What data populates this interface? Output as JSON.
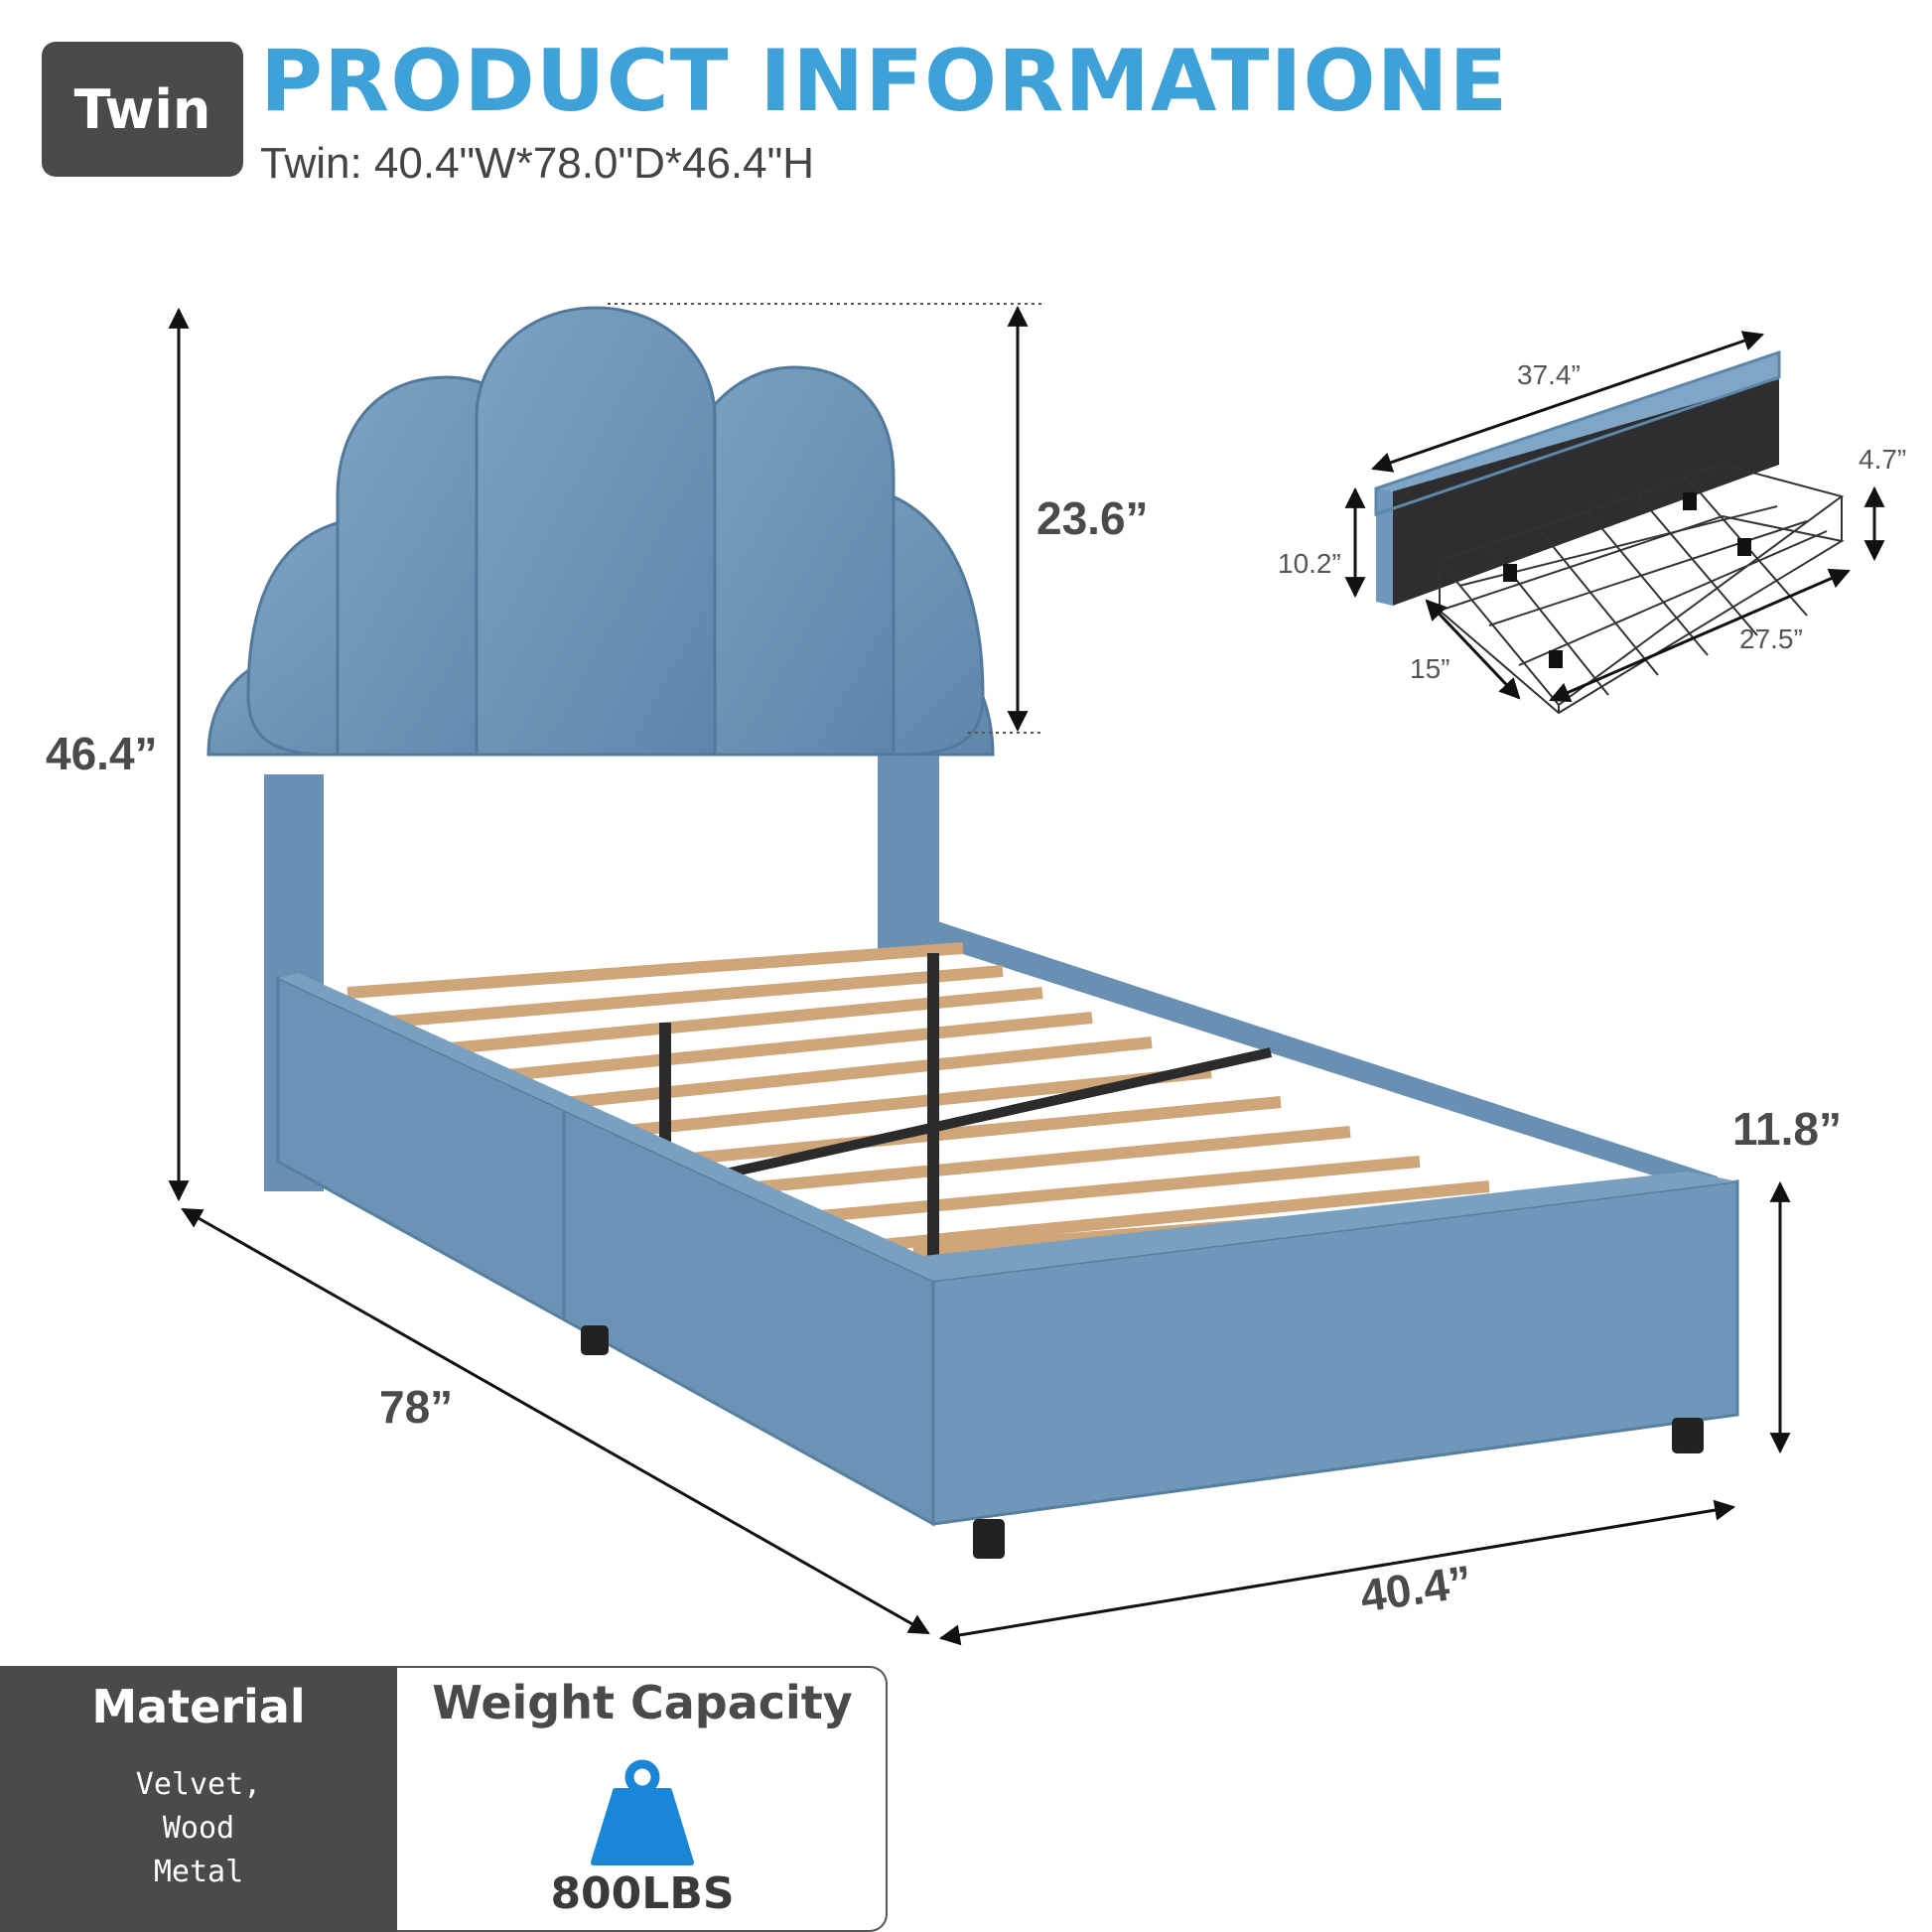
{
  "header": {
    "size_badge": "Twin",
    "title": "PRODUCT INFORMATIONE",
    "subtitle": "Twin: 40.4\"W*78.0\"D*46.4\"H"
  },
  "bed_dimensions": {
    "overall_height": "46.4”",
    "headboard_height": "23.6”",
    "length": "78”",
    "width": "40.4”",
    "side_height": "11.8”"
  },
  "drawer_dimensions": {
    "length": "37.4”",
    "front_height": "10.2”",
    "basket_height": "4.7”",
    "depth": "15”",
    "basket_length": "27.5”"
  },
  "material": {
    "title": "Material",
    "items": [
      "Velvet,",
      "Wood",
      "Metal"
    ]
  },
  "weight_capacity": {
    "title": "Weight Capacity",
    "value": "800LBS",
    "icon": "weight-icon"
  },
  "colors": {
    "accent_blue": "#3ea2d8",
    "panel_dark": "#4a4a4d",
    "velvet_blue": "#6c94b5",
    "slat_wood": "#d9b68a"
  }
}
